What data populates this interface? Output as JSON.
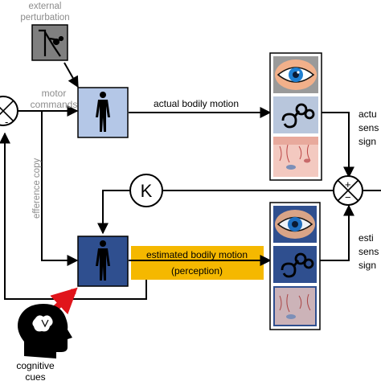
{
  "labels": {
    "external_perturbation_line1": "external",
    "external_perturbation_line2": "perturbation",
    "motor_commands_line1": "motor",
    "motor_commands_line2": "commands",
    "efference_copy": "efference copy",
    "actual_bodily_motion": "actual bodily motion",
    "estimated_bodily_motion": "estimated bodily motion",
    "perception": "(perception)",
    "gain": "K",
    "cognitive_cues_line1": "cognitive",
    "cognitive_cues_line2": "cues",
    "actual_sensory_line1": "actu",
    "actual_sensory_line2": "sens",
    "actual_sensory_line3": "sign",
    "estimated_sensory_line1": "esti",
    "estimated_sensory_line2": "sens",
    "estimated_sensory_line3": "sign",
    "junction_plus": "+",
    "junction_minus": "−",
    "left_junction_minus": "-"
  },
  "colors": {
    "actual_body_fill": "#b4c7e7",
    "estimated_body_fill": "#2f4f8f",
    "highlight": "#f5b800",
    "cognitive_arrow": "#e0151b",
    "perturbation_fill": "#7f7f7f",
    "gray_text": "#8c8c8c"
  },
  "icons": [
    "eye-icon",
    "inner-ear-icon",
    "skin-receptors-icon",
    "human-figure-icon",
    "head-brain-icon",
    "perturbation-icon"
  ]
}
